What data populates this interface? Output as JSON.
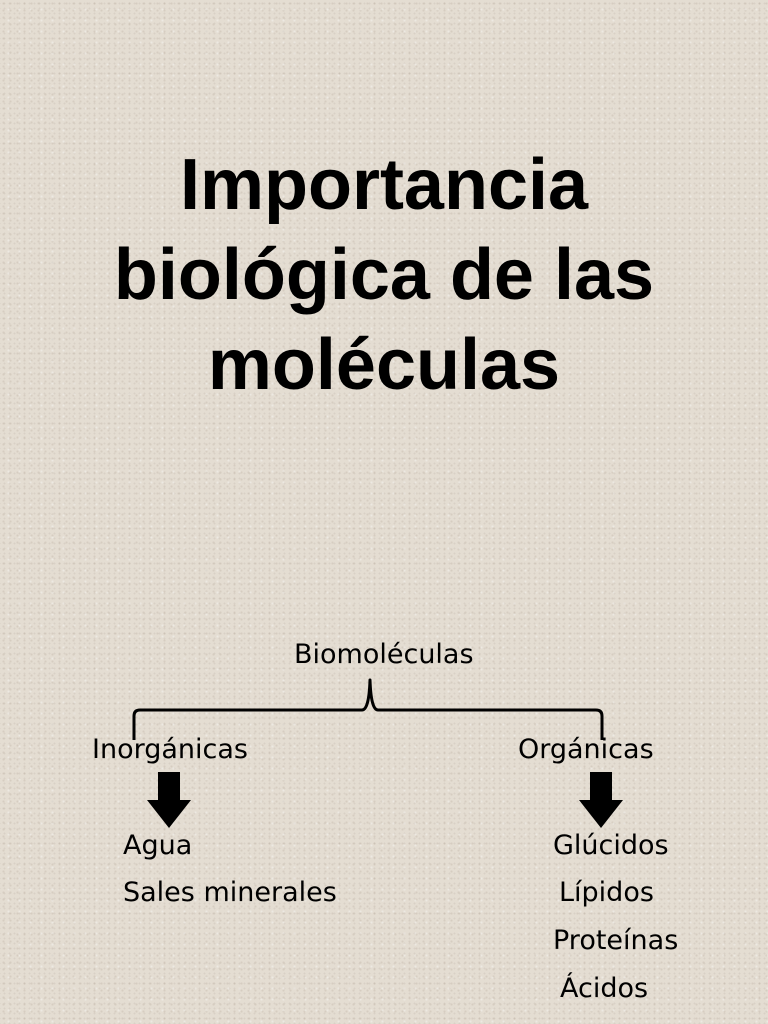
{
  "slide": {
    "title": "Importancia biológica de las moléculas"
  },
  "diagram": {
    "root": "Biomoléculas",
    "branches": [
      {
        "label": "Inorgánicas",
        "items": [
          "Agua",
          "Sales minerales"
        ]
      },
      {
        "label": "Orgánicas",
        "items": [
          "Glúcidos",
          "Lípidos",
          "Proteínas",
          "Ácidos"
        ]
      }
    ],
    "arrow_icon": "down-arrow-icon",
    "colors": {
      "background": "#e4ddd2",
      "text": "#000000"
    }
  }
}
